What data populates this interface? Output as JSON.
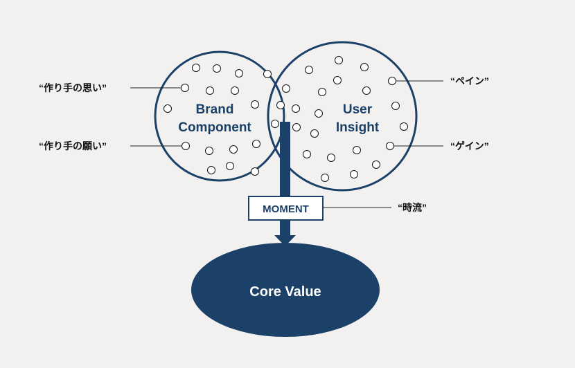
{
  "diagram": {
    "left_circle_label": [
      "Brand",
      "Component"
    ],
    "right_circle_label": [
      "User",
      "Insight"
    ],
    "moment_label": "MOMENT",
    "core_label": "Core Value",
    "callouts": {
      "left_top": "“作り手の思い”",
      "left_bottom": "“作り手の願い”",
      "right_top": "“ペイン”",
      "right_bottom": "“ゲイン”",
      "moment_note": "“時流”"
    }
  },
  "colors": {
    "primary": "#1b4169",
    "background": "#f2f1ef",
    "text_dark": "#111111",
    "dot_fill": "#ffffff"
  }
}
